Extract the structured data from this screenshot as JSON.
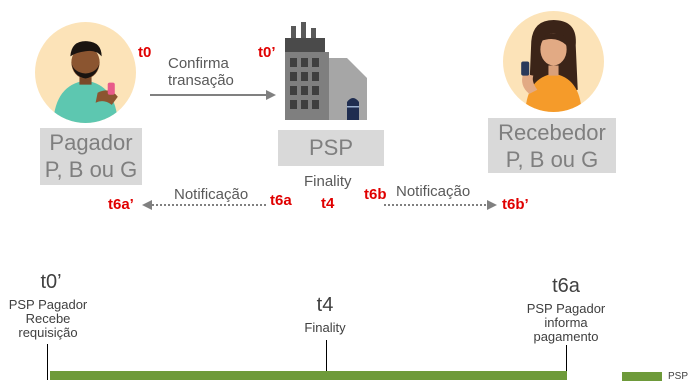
{
  "top": {
    "payer_label_line1": "Pagador",
    "payer_label_line2": "P, B ou G",
    "psp_label": "PSP",
    "receiver_label_line1": "Recebedor",
    "receiver_label_line2": "P, B ou G",
    "t0": "t0",
    "t0_prime": "t0’",
    "confirm_line1": "Confirma",
    "confirm_line2": "transação",
    "finality_label": "Finality",
    "t4": "t4",
    "notif_left_label": "Notificação",
    "t6a": "t6a",
    "t6a_prime": "t6a’",
    "notif_right_label": "Notificação",
    "t6b": "t6b",
    "t6b_prime": "t6b’"
  },
  "timeline": {
    "left_time": "t0’",
    "left_desc": [
      "PSP Pagador",
      "Recebe",
      "requisição"
    ],
    "mid_time": "t4",
    "mid_desc": "Finality",
    "right_time": "t6a",
    "right_desc": [
      "PSP Pagador",
      "informa",
      "pagamento"
    ],
    "legend_label": "PSP"
  },
  "colors": {
    "accent_red": "#e00000",
    "bar_green": "#6e9a3a",
    "box_gray": "#d9d9d9",
    "circle_bg": "#fce3b8"
  }
}
